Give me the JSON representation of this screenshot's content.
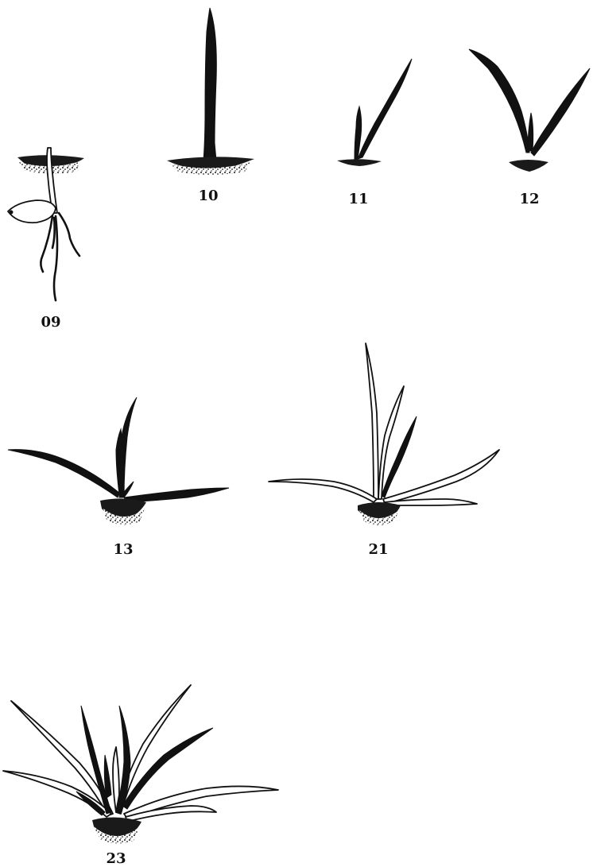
{
  "figure": {
    "stages": [
      {
        "id": "09",
        "label": "09"
      },
      {
        "id": "10",
        "label": "10"
      },
      {
        "id": "11",
        "label": "11"
      },
      {
        "id": "12",
        "label": "12"
      },
      {
        "id": "13",
        "label": "13"
      },
      {
        "id": "21",
        "label": "21"
      },
      {
        "id": "23",
        "label": "23"
      }
    ],
    "colors": {
      "ink": "#111111",
      "background": "#ffffff"
    }
  }
}
